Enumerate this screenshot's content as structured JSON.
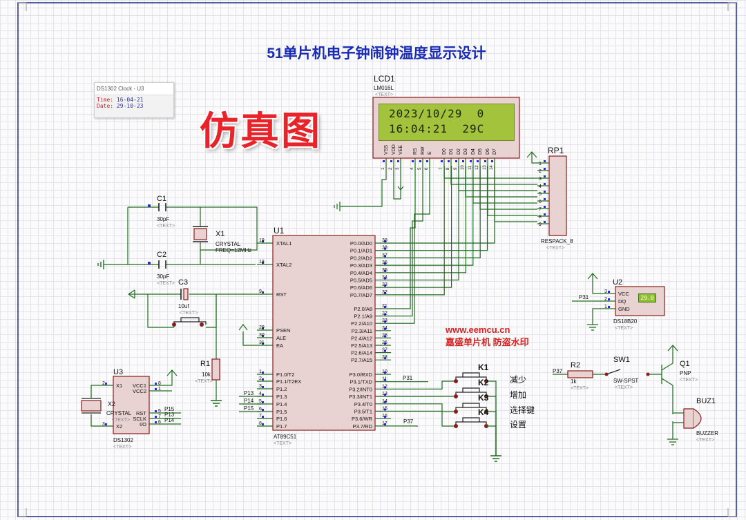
{
  "title": "51单片机电子钟闹钟温度显示设计",
  "stamp": "仿真图",
  "watermark": {
    "url": "www.eemcu.cn",
    "caption": "嘉盛单片机 防盗水印"
  },
  "ds_popup": {
    "title": "DS1302 Clock - U3",
    "time_label": "Time:",
    "time": "16-04-21",
    "date_label": "Date:",
    "date": "29-10-23"
  },
  "lcd": {
    "ref": "LCD1",
    "part": "LM016L",
    "text": "<TEXT>",
    "line1": "2023/10/29  0",
    "line2": "16:04:21  29C"
  },
  "mcu": {
    "ref": "U1",
    "part": "AT89C51",
    "text": "<TEXT>"
  },
  "ds1302": {
    "ref": "U3",
    "part": "DS1302",
    "text": "<TEXT>"
  },
  "ds18b20": {
    "ref": "U2",
    "part": "DS18B20",
    "text": "<TEXT>",
    "reading": "29.0"
  },
  "rp1": {
    "ref": "RP1",
    "part": "RESPACK_8",
    "text": "<TEXT>"
  },
  "x1": {
    "ref": "X1",
    "part": "CRYSTAL",
    "freq": "FREQ=12MHz"
  },
  "x2": {
    "ref": "X2",
    "part": "CRYSTAL",
    "text": "<TEXT>"
  },
  "c1": {
    "ref": "C1",
    "value": "30pF",
    "text": "<TEXT>"
  },
  "c2": {
    "ref": "C2",
    "value": "30pF",
    "text": "<TEXT>"
  },
  "c3": {
    "ref": "C3",
    "value": "10uf",
    "text": "<TEXT>"
  },
  "r1": {
    "ref": "R1",
    "value": "10k",
    "text": "<TEXT>"
  },
  "r2": {
    "ref": "R2",
    "value": "1k",
    "text": "<TEXT>"
  },
  "sw1": {
    "ref": "SW1",
    "part": "SW-SPST",
    "text": "<TEXT>"
  },
  "q1": {
    "ref": "Q1",
    "part": "PNP",
    "text": "<TEXT>"
  },
  "buz1": {
    "ref": "BUZ1",
    "part": "BUZZER",
    "text": "<TEXT>"
  },
  "keys": [
    {
      "ref": "K1",
      "label": "减少"
    },
    {
      "ref": "K2",
      "label": "增加"
    },
    {
      "ref": "K3",
      "label": "选择键"
    },
    {
      "ref": "K4",
      "label": "设置"
    }
  ],
  "net_labels": {
    "p31": "P31",
    "p37": "P37",
    "p13": "P13",
    "p14": "P14",
    "p15": "P15"
  },
  "mcu_pins_left": [
    {
      "num": "19",
      "name": "XTAL1"
    },
    {
      "num": "18",
      "name": "XTAL2"
    },
    {
      "num": "9",
      "name": "RST"
    },
    {
      "num": "29",
      "name": "PSEN"
    },
    {
      "num": "30",
      "name": "ALE"
    },
    {
      "num": "31",
      "name": "EA"
    },
    {
      "num": "1",
      "name": "P1.0/T2"
    },
    {
      "num": "2",
      "name": "P1.1/T2EX"
    },
    {
      "num": "3",
      "name": "P1.2"
    },
    {
      "num": "4",
      "name": "P1.3"
    },
    {
      "num": "5",
      "name": "P1.4"
    },
    {
      "num": "6",
      "name": "P1.5"
    },
    {
      "num": "7",
      "name": "P1.6"
    },
    {
      "num": "8",
      "name": "P1.7"
    }
  ],
  "mcu_pins_right": [
    {
      "num": "39",
      "name": "P0.0/AD0"
    },
    {
      "num": "38",
      "name": "P0.1/AD1"
    },
    {
      "num": "37",
      "name": "P0.2/AD2"
    },
    {
      "num": "36",
      "name": "P0.3/AD3"
    },
    {
      "num": "35",
      "name": "P0.4/AD4"
    },
    {
      "num": "34",
      "name": "P0.5/AD5"
    },
    {
      "num": "33",
      "name": "P0.6/AD6"
    },
    {
      "num": "32",
      "name": "P0.7/AD7"
    },
    {
      "num": "21",
      "name": "P2.0/A8"
    },
    {
      "num": "22",
      "name": "P2.1/A9"
    },
    {
      "num": "23",
      "name": "P2.2/A10"
    },
    {
      "num": "24",
      "name": "P2.3/A11"
    },
    {
      "num": "25",
      "name": "P2.4/A12"
    },
    {
      "num": "26",
      "name": "P2.5/A13"
    },
    {
      "num": "27",
      "name": "P2.6/A14"
    },
    {
      "num": "28",
      "name": "P2.7/A15"
    },
    {
      "num": "10",
      "name": "P3.0/RXD"
    },
    {
      "num": "11",
      "name": "P3.1/TXD"
    },
    {
      "num": "12",
      "name": "P3.2/INT0"
    },
    {
      "num": "13",
      "name": "P3.3/INT1"
    },
    {
      "num": "14",
      "name": "P3.4/T0"
    },
    {
      "num": "15",
      "name": "P3.5/T1"
    },
    {
      "num": "16",
      "name": "P3.6/WR"
    },
    {
      "num": "17",
      "name": "P3.7/RD"
    }
  ],
  "lcd_pins": [
    {
      "num": "1",
      "name": "VSS"
    },
    {
      "num": "2",
      "name": "VDD"
    },
    {
      "num": "3",
      "name": "VEE"
    },
    {
      "num": "4",
      "name": "RS"
    },
    {
      "num": "5",
      "name": "RW"
    },
    {
      "num": "6",
      "name": "E"
    },
    {
      "num": "7",
      "name": "D0"
    },
    {
      "num": "8",
      "name": "D1"
    },
    {
      "num": "9",
      "name": "D2"
    },
    {
      "num": "10",
      "name": "D3"
    },
    {
      "num": "11",
      "name": "D4"
    },
    {
      "num": "12",
      "name": "D5"
    },
    {
      "num": "13",
      "name": "D6"
    },
    {
      "num": "14",
      "name": "D7"
    }
  ],
  "rp_pins": [
    "1",
    "2",
    "3",
    "4",
    "5",
    "6",
    "7",
    "8",
    "9"
  ],
  "ds1302_pins": [
    {
      "num": "2",
      "name": "X1"
    },
    {
      "num": "3",
      "name": "X2"
    },
    {
      "num": "8",
      "name": "VCC1"
    },
    {
      "num": "1",
      "name": "VCC2"
    },
    {
      "num": "5",
      "name": "RST"
    },
    {
      "num": "7",
      "name": "SCLK"
    },
    {
      "num": "6",
      "name": "I/O"
    }
  ],
  "ds1302_nets": [
    "P15",
    "P13",
    "P14"
  ],
  "ds18b20_pins": [
    {
      "num": "3",
      "name": "VCC"
    },
    {
      "num": "2",
      "name": "DQ"
    },
    {
      "num": "1",
      "name": "GND"
    }
  ],
  "colors": {
    "wire": "#1f6b1f",
    "outline": "#8a1c1c",
    "body": "#e9d2d2",
    "pin": "#2b2bd6",
    "title": "#1a2bb5",
    "label": "#111111",
    "text_tag": "#8a8a8a",
    "watermark": "#d92020"
  }
}
